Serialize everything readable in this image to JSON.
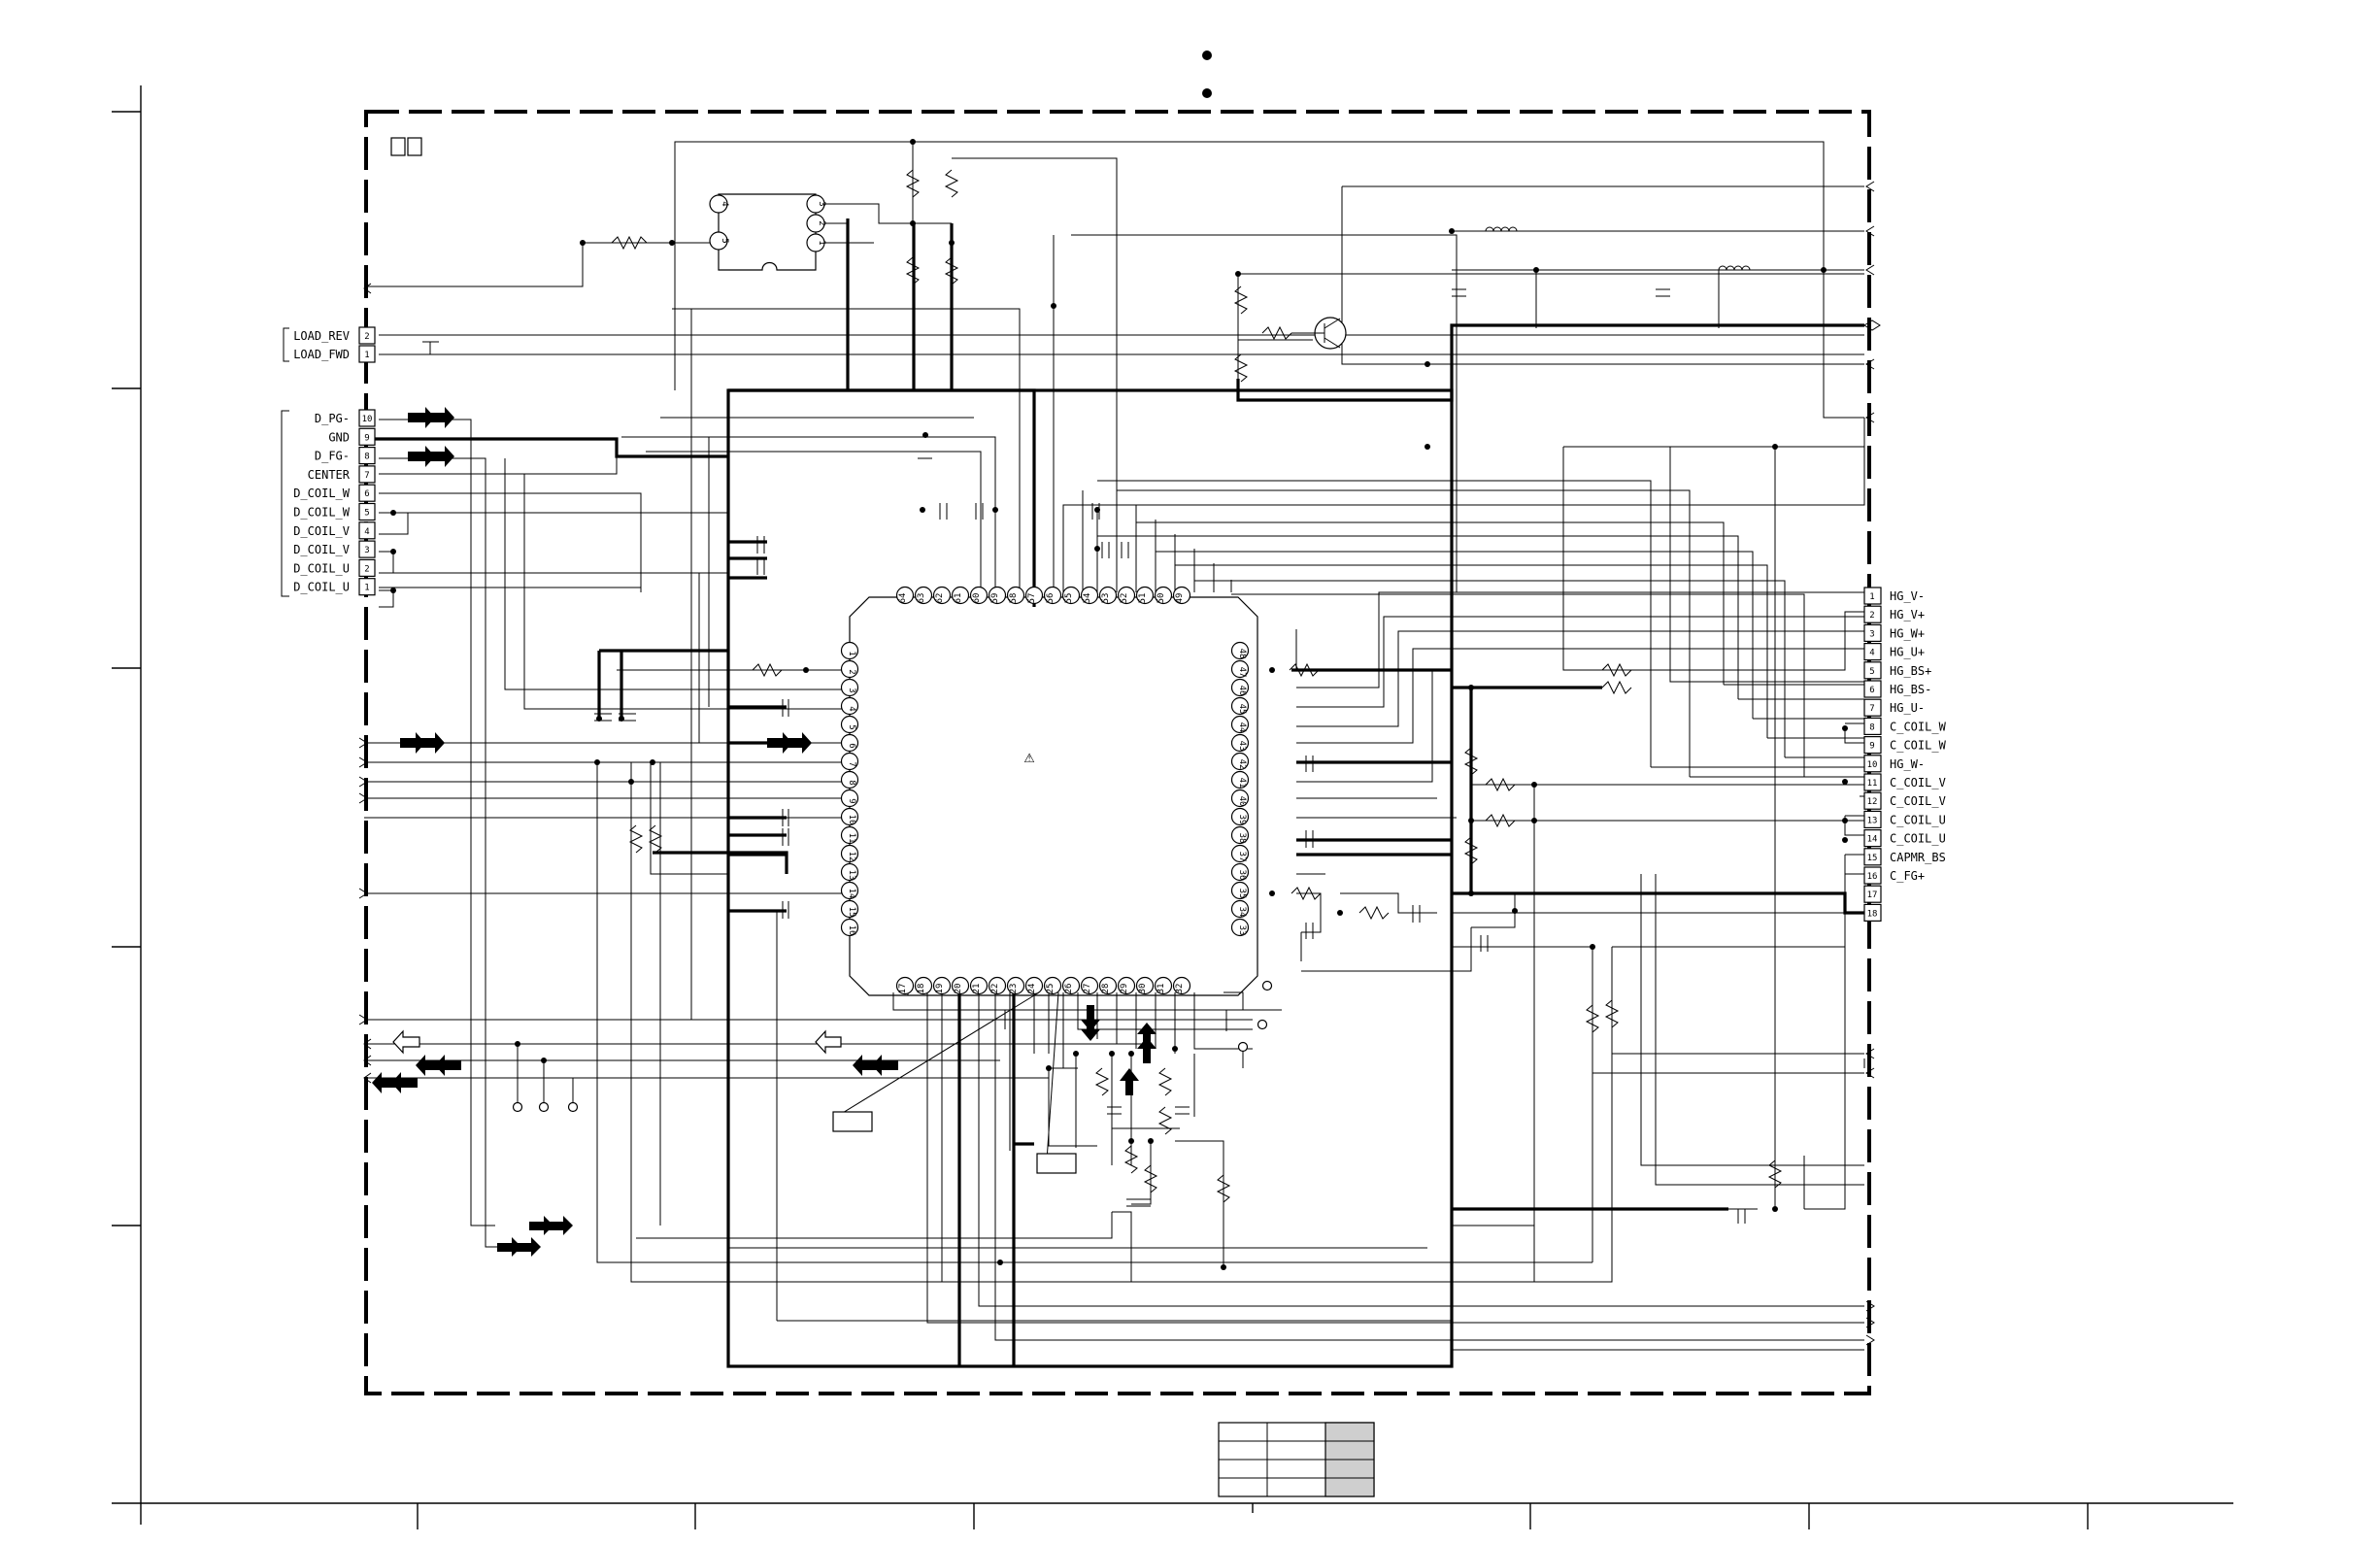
{
  "left_connector": {
    "group_a": [
      {
        "label": "LOAD_REV",
        "pin": "2"
      },
      {
        "label": "LOAD_FWD",
        "pin": "1"
      }
    ],
    "group_b": [
      {
        "label": "D_PG-",
        "pin": "10"
      },
      {
        "label": "GND",
        "pin": "9"
      },
      {
        "label": "D_FG-",
        "pin": "8"
      },
      {
        "label": "CENTER",
        "pin": "7"
      },
      {
        "label": "D_COIL_W",
        "pin": "6"
      },
      {
        "label": "D_COIL_W",
        "pin": "5"
      },
      {
        "label": "D_COIL_V",
        "pin": "4"
      },
      {
        "label": "D_COIL_V",
        "pin": "3"
      },
      {
        "label": "D_COIL_U",
        "pin": "2"
      },
      {
        "label": "D_COIL_U",
        "pin": "1"
      }
    ]
  },
  "right_connector": [
    {
      "pin": "1",
      "label": "HG_V-"
    },
    {
      "pin": "2",
      "label": "HG_V+"
    },
    {
      "pin": "3",
      "label": "HG_W+"
    },
    {
      "pin": "4",
      "label": "HG_U+"
    },
    {
      "pin": "5",
      "label": "HG_BS+"
    },
    {
      "pin": "6",
      "label": "HG_BS-"
    },
    {
      "pin": "7",
      "label": "HG_U-"
    },
    {
      "pin": "8",
      "label": "C_COIL_W"
    },
    {
      "pin": "9",
      "label": "C_COIL_W"
    },
    {
      "pin": "10",
      "label": "HG_W-"
    },
    {
      "pin": "11",
      "label": "C_COIL_V"
    },
    {
      "pin": "12",
      "label": "C_COIL_V"
    },
    {
      "pin": "13",
      "label": "C_COIL_U"
    },
    {
      "pin": "14",
      "label": "C_COIL_U"
    },
    {
      "pin": "15",
      "label": "CAPMR_BS"
    },
    {
      "pin": "16",
      "label": "C_FG+"
    },
    {
      "pin": "17",
      "label": ""
    },
    {
      "pin": "18",
      "label": ""
    }
  ],
  "sensor_pins": [
    "4",
    "5",
    "3",
    "2",
    "1"
  ],
  "ic_pins": {
    "left": [
      "1",
      "2",
      "3",
      "4",
      "5",
      "6",
      "7",
      "8",
      "9",
      "10",
      "11",
      "12",
      "13",
      "14",
      "15",
      "16"
    ],
    "bottom": [
      "17",
      "18",
      "19",
      "20",
      "21",
      "22",
      "23",
      "24",
      "25",
      "26",
      "27",
      "28",
      "29",
      "30",
      "31",
      "32"
    ],
    "right": [
      "48",
      "47",
      "46",
      "45",
      "44",
      "43",
      "42",
      "41",
      "40",
      "39",
      "38",
      "37",
      "36",
      "35",
      "34",
      "33"
    ],
    "top": [
      "64",
      "63",
      "62",
      "61",
      "60",
      "59",
      "58",
      "57",
      "56",
      "55",
      "54",
      "53",
      "52",
      "51",
      "50",
      "49"
    ]
  },
  "warning_symbol": "⚠",
  "colors": {
    "ink": "#000000",
    "table_fill": "#cfcfcf"
  }
}
